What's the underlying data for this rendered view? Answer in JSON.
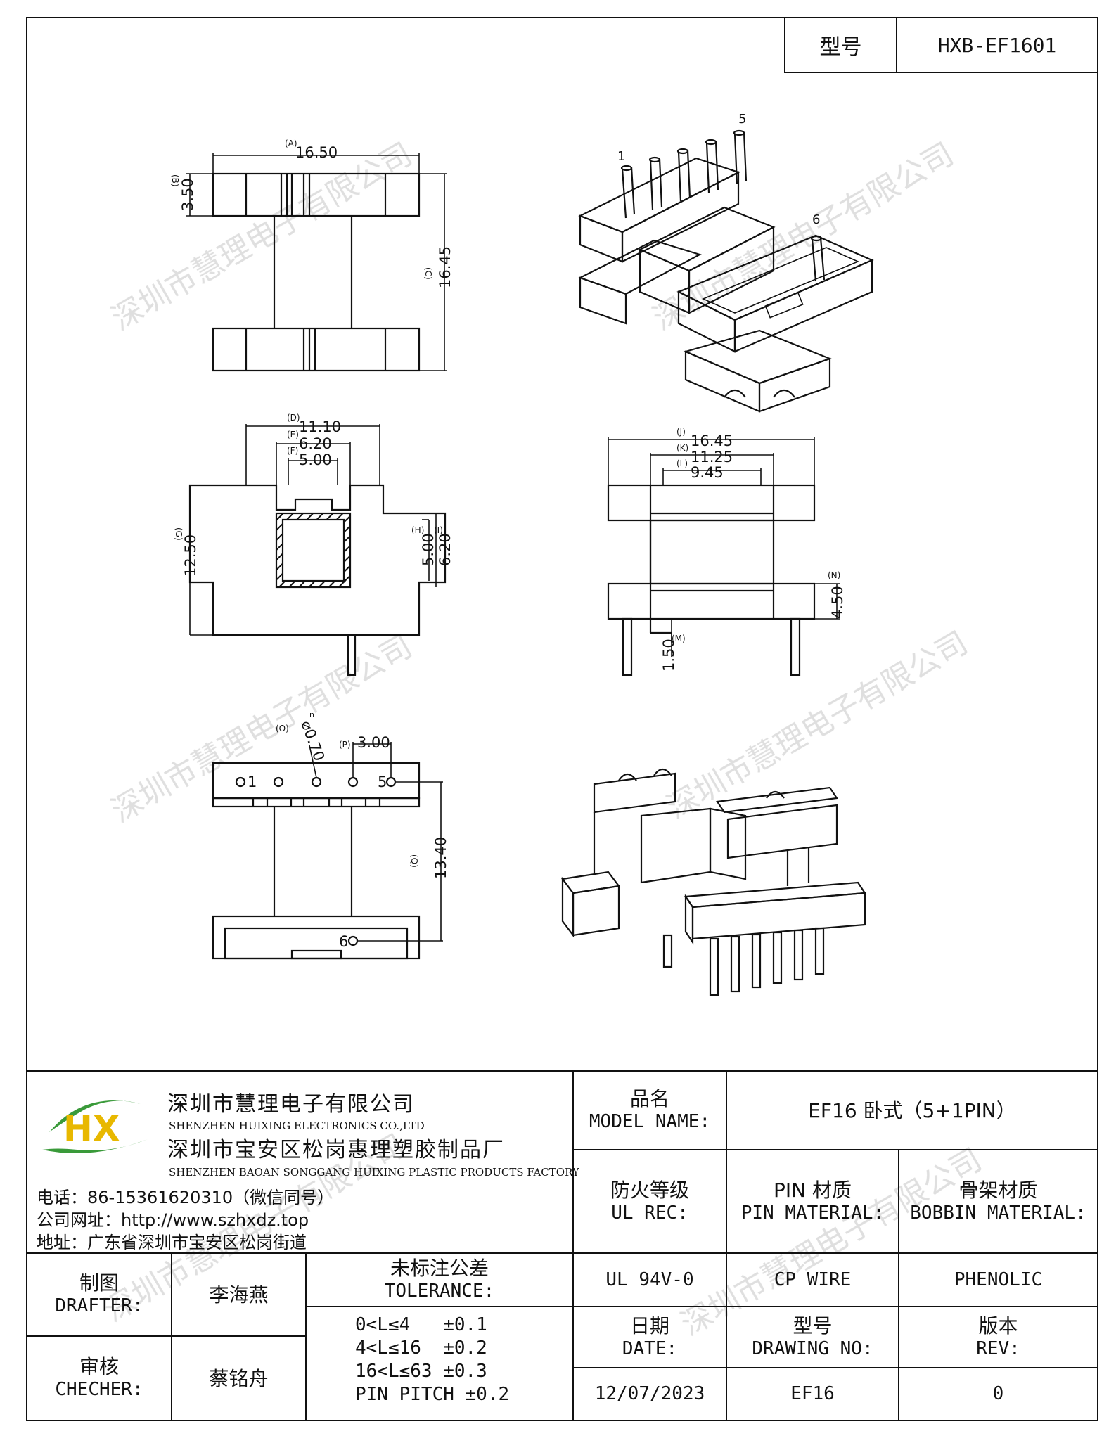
{
  "header": {
    "type_label": "型号",
    "model_code": "HXB-EF1601"
  },
  "views": {
    "top": {
      "A_tag": "(A)",
      "A_val": "16.50",
      "B_tag": "(B)",
      "B_val": "3.50",
      "C_tag": "(C)",
      "C_val": "16.45"
    },
    "iso_top": {
      "pin1": "1",
      "pin5": "5",
      "pin6": "6"
    },
    "side": {
      "D_tag": "(D)",
      "D_val": "11.10",
      "E_tag": "(E)",
      "E_val": "6.20",
      "F_tag": "(F)",
      "F_val": "5.00",
      "G_tag": "(G)",
      "G_val": "12.50",
      "H_tag": "(H)",
      "H_val": "5.00",
      "I_tag": "(I)",
      "I_val": "6.20"
    },
    "front": {
      "J_tag": "(J)",
      "J_val": "16.45",
      "K_tag": "(K)",
      "K_val": "11.25",
      "L_tag": "(L)",
      "L_val": "9.45",
      "N_tag": "(N)",
      "N_val": "4.50",
      "M_tag": "(M)",
      "M_val": "1.50"
    },
    "bottom": {
      "O_tag": "(O)",
      "O_val": "⌀0.70",
      "O_sup": "n",
      "P_tag": "(P)",
      "P_val": "3.00",
      "Q_tag": "(Q)",
      "Q_val": "13.40",
      "pin1": "1",
      "pin5": "5",
      "pin6": "6"
    }
  },
  "watermark": "深圳市慧理电子有限公司",
  "company": {
    "name_cn": "深圳市慧理电子有限公司",
    "name_en": "SHENZHEN HUIXING ELECTRONICS CO.,LTD",
    "factory_cn": "深圳市宝安区松岗惠理塑胶制品厂",
    "factory_en": "SHENZHEN BAOAN SONGGANG HUIXING PLASTIC PRODUCTS FACTORY",
    "phone": "电话：86-15361620310（微信同号）",
    "website": "公司网址：http://www.szhxdz.top",
    "address": "地址：广东省深圳市宝安区松岗街道",
    "logo_text": "HX"
  },
  "title_block": {
    "model_name_cn": "品名",
    "model_name_en": "MODEL NAME:",
    "model_name_value": "EF16 卧式（5+1PIN）",
    "ul_cn": "防火等级",
    "ul_en": "UL REC:",
    "pin_mat_cn": "PIN 材质",
    "pin_mat_en": "PIN MATERIAL:",
    "bobbin_mat_cn": "骨架材质",
    "bobbin_mat_en": "BOBBIN MATERIAL:",
    "ul_value": "UL 94V-0",
    "pin_mat_value": "CP WIRE",
    "bobbin_mat_value": "PHENOLIC",
    "drafter_cn": "制图",
    "drafter_en": "DRAFTER:",
    "drafter_value": "李海燕",
    "checker_cn": "审核",
    "checker_en": "CHECHER:",
    "checker_value": "蔡铭舟",
    "tolerance_cn": "未标注公差",
    "tolerance_en": "TOLERANCE:",
    "tolerance_rows": [
      "0<L≤4   ±0.1",
      "4<L≤16  ±0.2",
      "16<L≤63 ±0.3",
      "PIN PITCH ±0.2"
    ],
    "date_cn": "日期",
    "date_en": "DATE:",
    "date_value": "12/07/2023",
    "drawing_no_cn": "型号",
    "drawing_no_en": "DRAWING NO:",
    "drawing_no_value": "EF16",
    "rev_cn": "版本",
    "rev_en": "REV:",
    "rev_value": "0"
  }
}
